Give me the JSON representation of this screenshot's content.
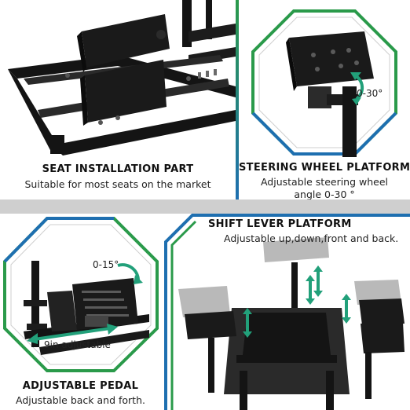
{
  "panels": {
    "seat": {
      "title": "SEAT INSTALLATION PART",
      "subtitle": "Suitable for most seats on the market"
    },
    "steering": {
      "title": "STEERING WHEEL PLATFORM",
      "subtitle_line1": "Adjustable steering wheel",
      "subtitle_line2": "angle 0-30 °",
      "angle_label": "0-30°"
    },
    "pedal": {
      "title": "ADJUSTABLE PEDAL",
      "subtitle": "Adjustable back and forth.",
      "angle_label": "0-15°",
      "distance_label": "9in adjustable"
    },
    "shifter": {
      "title": "SHIFT LEVER PLATFORM",
      "subtitle": "Adjustable up,down,front and back."
    }
  },
  "colors": {
    "accent_green": "#2a9a4a",
    "accent_blue": "#1e6fb0",
    "arrow_teal": "#22a07a",
    "frame_black": "#141414",
    "band_gray": "#cfcfcf"
  }
}
